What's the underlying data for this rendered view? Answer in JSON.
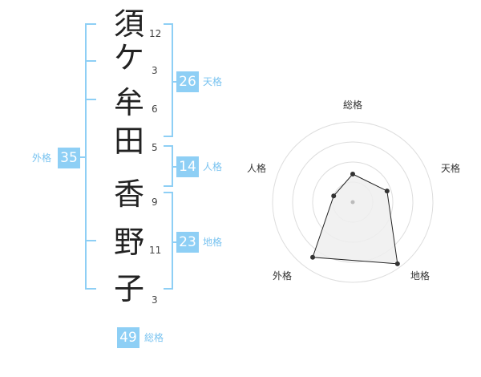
{
  "name": {
    "characters": [
      {
        "char": "須",
        "strokes": "12"
      },
      {
        "char": "ケ",
        "strokes": "3"
      },
      {
        "char": "牟",
        "strokes": "6"
      },
      {
        "char": "田",
        "strokes": "5"
      },
      {
        "char": "香",
        "strokes": "9"
      },
      {
        "char": "野",
        "strokes": "11"
      },
      {
        "char": "子",
        "strokes": "3"
      }
    ]
  },
  "scores": {
    "tenkaku": {
      "value": "26",
      "label": "天格"
    },
    "jinkaku": {
      "value": "14",
      "label": "人格"
    },
    "chikaku": {
      "value": "23",
      "label": "地格"
    },
    "gaikaku": {
      "value": "35",
      "label": "外格"
    },
    "soukaku": {
      "value": "49",
      "label": "総格"
    }
  },
  "radar": {
    "axes": [
      "総格",
      "天格",
      "地格",
      "外格",
      "人格"
    ],
    "values": [
      0.35,
      0.45,
      0.95,
      0.85,
      0.25
    ],
    "fill_color": "#eeeeee",
    "line_color": "#222222",
    "ring_color": "#dddddd"
  },
  "colors": {
    "accent": "#8ecff5"
  }
}
